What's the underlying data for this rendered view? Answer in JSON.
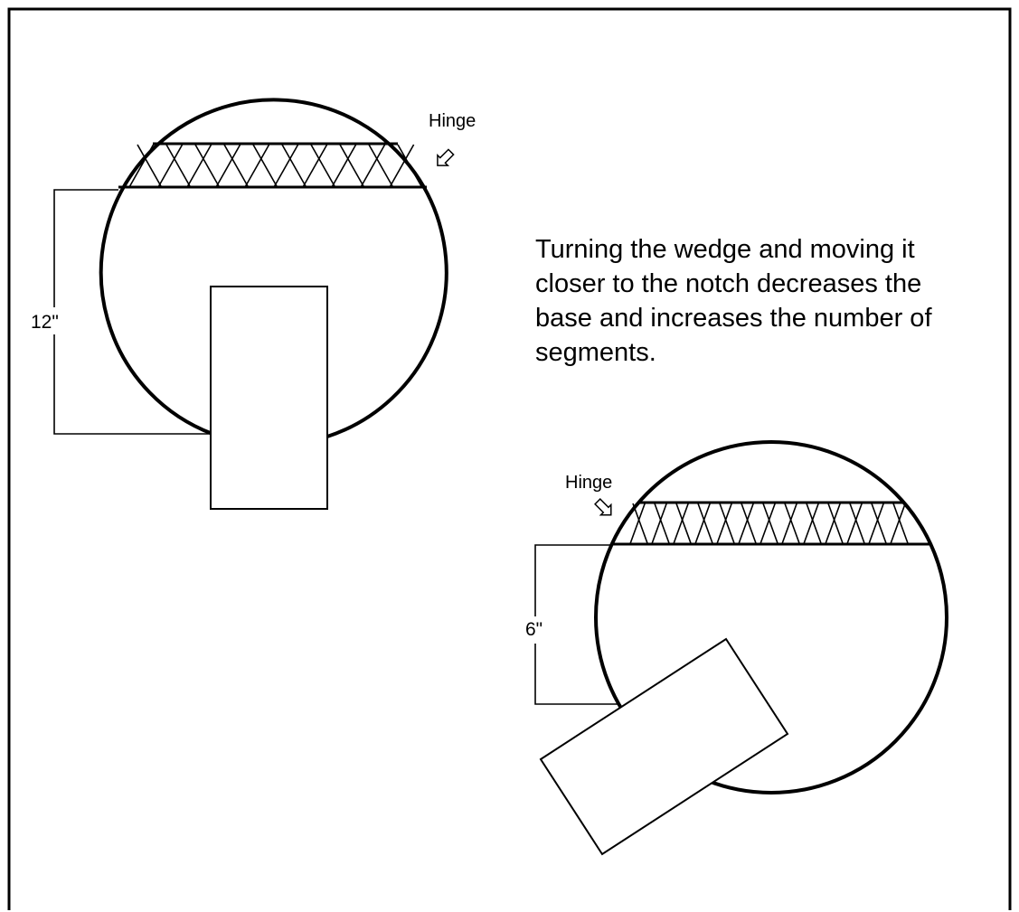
{
  "caption_lines": [
    "Turning the wedge and moving it",
    "closer to the notch decreases the",
    "base and increases the number of",
    "segments."
  ],
  "tree_top": {
    "hinge_label": "Hinge",
    "dimension_label": "12\""
  },
  "tree_bottom": {
    "hinge_label": "Hinge",
    "dimension_label": "6\""
  },
  "colors": {
    "ink": "#000000",
    "background": "#ffffff"
  },
  "icons": {
    "hinge_top": "arrow-down-left-icon",
    "hinge_bottom": "arrow-down-right-icon"
  }
}
